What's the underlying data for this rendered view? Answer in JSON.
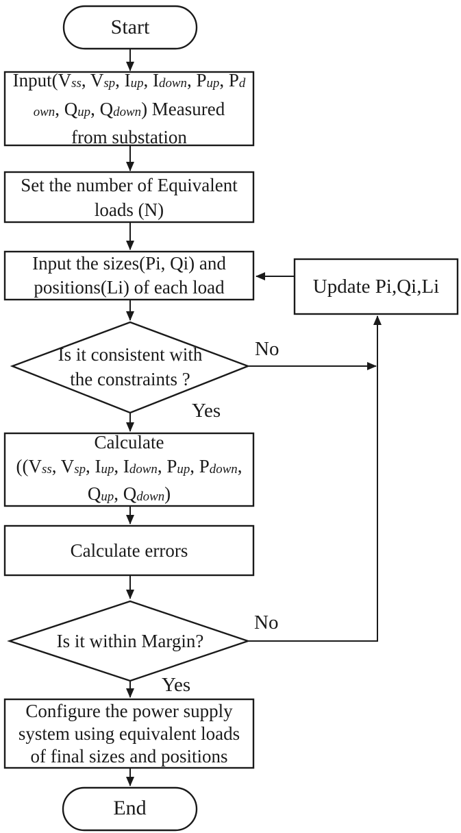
{
  "flowchart": {
    "colors": {
      "stroke": "#1a1a1a",
      "text": "#1a1a1a",
      "background": "#ffffff"
    },
    "nodes": {
      "start": {
        "label": "Start"
      },
      "input_measured": {
        "lines": [
          {
            "segments": [
              {
                "t": "Input(V"
              },
              {
                "t": "ss",
                "sub": true
              },
              {
                "t": ", V"
              },
              {
                "t": "sp",
                "sub": true
              },
              {
                "t": ", I"
              },
              {
                "t": "up",
                "sub": true
              },
              {
                "t": ", I"
              },
              {
                "t": "down",
                "sub": true
              },
              {
                "t": ", P"
              },
              {
                "t": "up",
                "sub": true
              },
              {
                "t": ", P"
              },
              {
                "t": "d",
                "sub": true
              }
            ]
          },
          {
            "segments": [
              {
                "t": "own",
                "sub": true
              },
              {
                "t": ", Q"
              },
              {
                "t": "up",
                "sub": true
              },
              {
                "t": ", Q"
              },
              {
                "t": "down",
                "sub": true
              },
              {
                "t": ") Measured"
              }
            ]
          },
          {
            "segments": [
              {
                "t": "from substation"
              }
            ]
          }
        ]
      },
      "set_number": {
        "lines": [
          "Set the number of Equivalent",
          "loads (N)"
        ]
      },
      "input_sizes": {
        "lines": [
          "Input the sizes(Pi, Qi) and",
          "positions(Li) of each load"
        ]
      },
      "constraints_decision": {
        "lines": [
          "Is it consistent with",
          "the constraints ?"
        ]
      },
      "calculate": {
        "lines": [
          {
            "segments": [
              {
                "t": "Calculate"
              }
            ]
          },
          {
            "segments": [
              {
                "t": "((V"
              },
              {
                "t": "ss",
                "sub": true
              },
              {
                "t": ", V"
              },
              {
                "t": "sp",
                "sub": true
              },
              {
                "t": ", I"
              },
              {
                "t": "up",
                "sub": true
              },
              {
                "t": ", I"
              },
              {
                "t": "down",
                "sub": true
              },
              {
                "t": ", P"
              },
              {
                "t": "up",
                "sub": true
              },
              {
                "t": ", P"
              },
              {
                "t": "down",
                "sub": true
              },
              {
                "t": ","
              }
            ]
          },
          {
            "segments": [
              {
                "t": "Q"
              },
              {
                "t": "up",
                "sub": true
              },
              {
                "t": ", Q"
              },
              {
                "t": "down",
                "sub": true
              },
              {
                "t": ")"
              }
            ]
          }
        ]
      },
      "calculate_errors": {
        "label": "Calculate errors"
      },
      "margin_decision": {
        "label": "Is it within Margin?"
      },
      "configure": {
        "lines": [
          "Configure the power supply",
          "system using equivalent loads",
          "of final sizes and positions"
        ]
      },
      "end": {
        "label": "End"
      },
      "update": {
        "label": "Update Pi,Qi,Li"
      }
    },
    "edge_labels": {
      "constraints_no": "No",
      "constraints_yes": "Yes",
      "margin_no": "No",
      "margin_yes": "Yes"
    }
  }
}
